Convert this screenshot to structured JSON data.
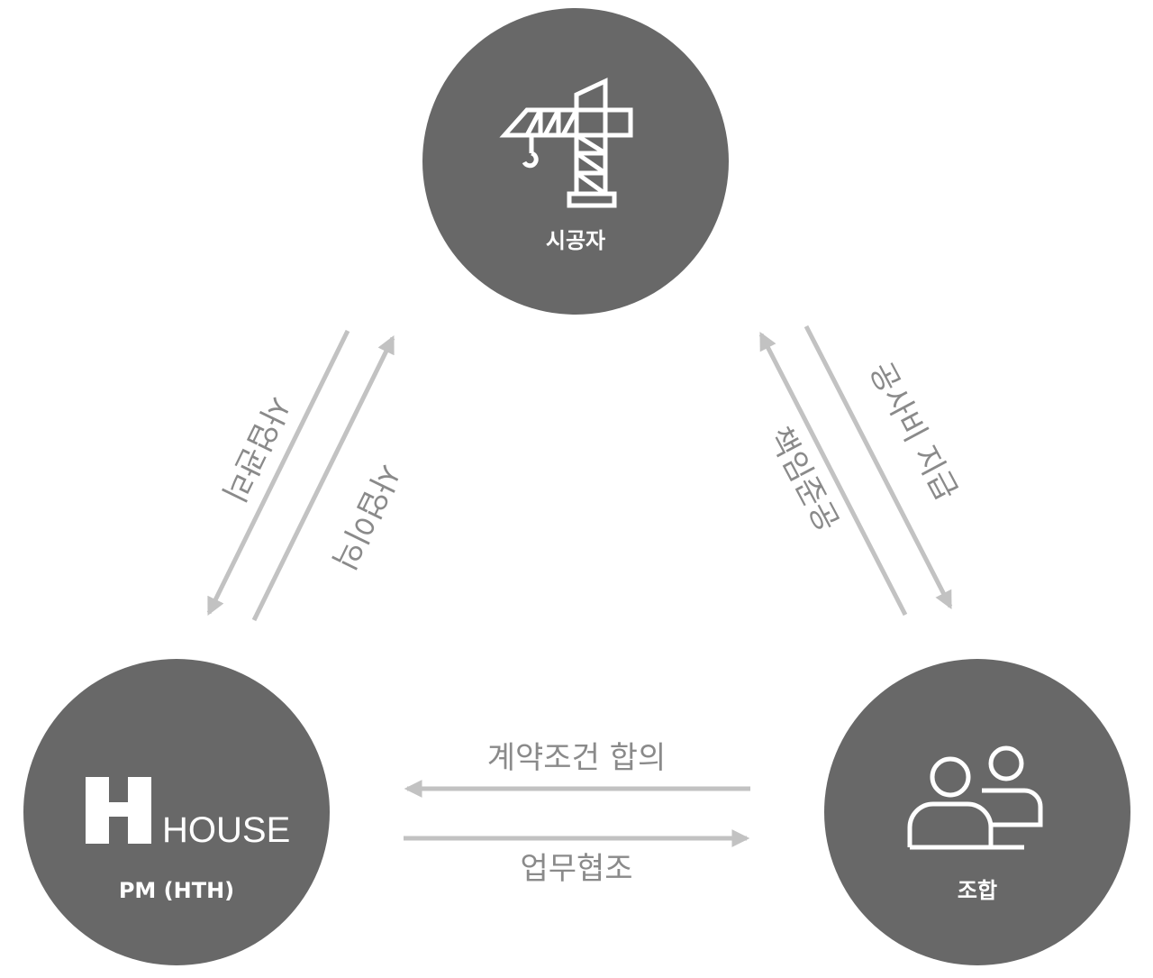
{
  "nodes": {
    "contractor": {
      "label": "시공자",
      "icon": "tower-crane-icon"
    },
    "pm": {
      "label": "PM (HTH)",
      "logo_text": "HOUSE",
      "icon": "h-house-logo"
    },
    "union": {
      "label": "조합",
      "icon": "two-people-icon"
    }
  },
  "edges": {
    "pm_contractor_down": "사업관리",
    "pm_contractor_up": "사업이익",
    "union_contractor_up": "책임준공",
    "contractor_union_down": "공사비 지급",
    "union_pm_left": "계약조건 합의",
    "pm_union_right": "업무협조"
  },
  "colors": {
    "circle_fill": "#686868",
    "arrow": "#c2c2c2",
    "edge_text": "#8a8a8a",
    "node_text": "#ffffff"
  }
}
